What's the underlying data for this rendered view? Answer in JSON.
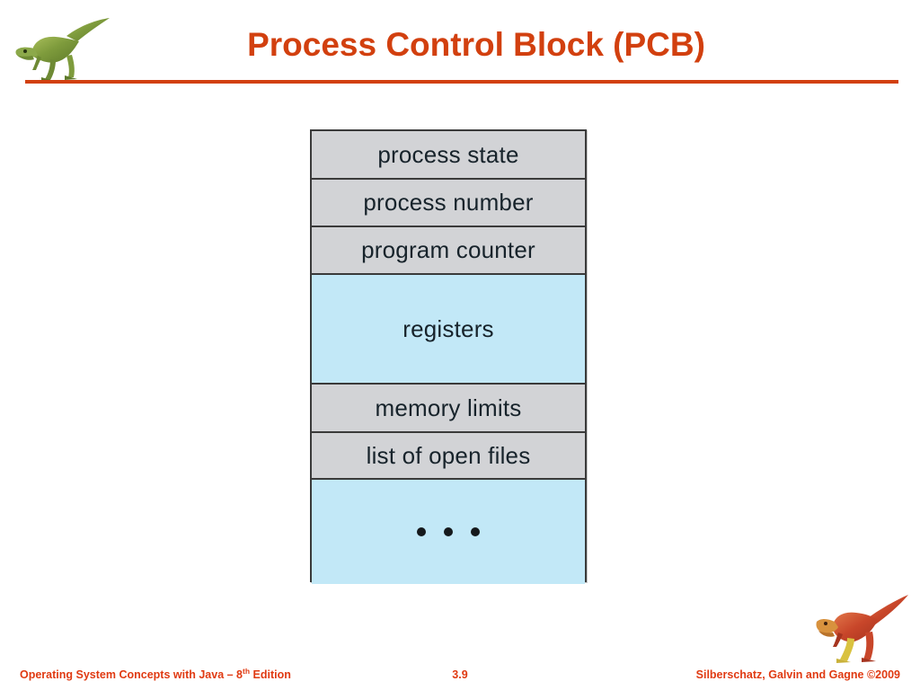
{
  "slide": {
    "title": "Process Control Block (PCB)",
    "accent_color": "#D2400F",
    "background_color": "#FFFFFF"
  },
  "logos": {
    "top_left": {
      "icon": "dinosaur-green-icon",
      "alt": "green dinosaur"
    },
    "bottom_right": {
      "icon": "dinosaur-red-icon",
      "alt": "red dinosaur"
    }
  },
  "diagram": {
    "name": "process-control-block-table",
    "colors": {
      "gray_row": "#D2D3D6",
      "blue_row": "#C2E8F7",
      "border": "#3A3A3A"
    },
    "rows": [
      {
        "label": "process state",
        "fill": "gray",
        "height": 54
      },
      {
        "label": "process number",
        "fill": "gray",
        "height": 53
      },
      {
        "label": "program counter",
        "fill": "gray",
        "height": 53
      },
      {
        "label": "registers",
        "fill": "blue",
        "height": 122
      },
      {
        "label": "memory limits",
        "fill": "gray",
        "height": 54
      },
      {
        "label": "list of open files",
        "fill": "gray",
        "height": 52
      },
      {
        "label": "",
        "fill": "blue",
        "height": 116,
        "dots": 3
      }
    ]
  },
  "footer": {
    "left_prefix": "Operating System Concepts with Java – 8",
    "left_superscript": "th",
    "left_suffix": " Edition",
    "page_number": "3.9",
    "right": "Silberschatz, Galvin and Gagne ©2009",
    "color": "#E03A12"
  }
}
